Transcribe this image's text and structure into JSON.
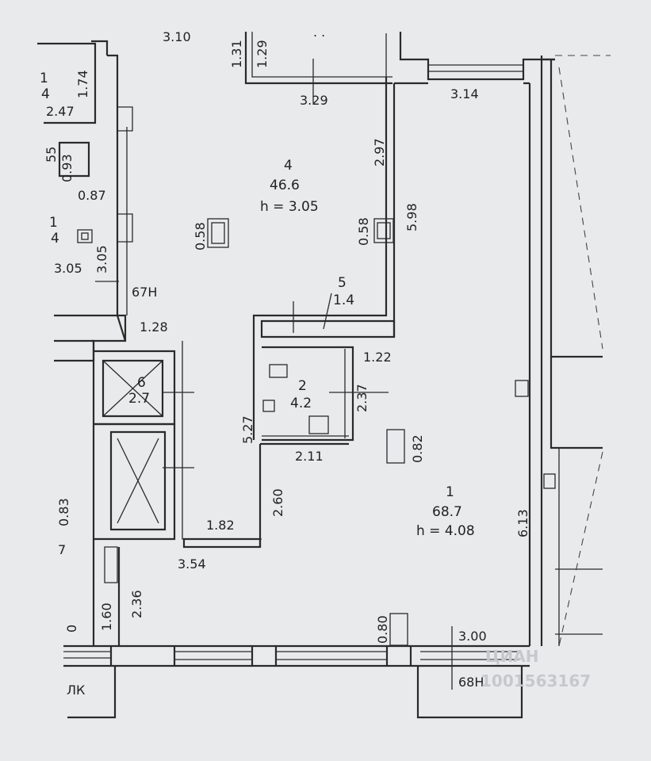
{
  "plan": {
    "top_cut_label": "3.10",
    "top_dots": ". .",
    "rooms": {
      "r1": {
        "number": "1",
        "area": "68.7",
        "height": "h = 4.08"
      },
      "r2": {
        "number": "2",
        "area": "4.2"
      },
      "r4": {
        "number": "4",
        "area": "46.6",
        "height": "h = 3.05"
      },
      "r5": {
        "number": "5",
        "area": "1.4"
      },
      "r6": {
        "number": "6",
        "area": "2.7"
      },
      "neighbor_top": {
        "number": "1",
        "sub": "4"
      },
      "neighbor_mid": {
        "number": "1",
        "sub": "4"
      },
      "neighbor_small": {
        "number": "55"
      }
    },
    "dimensions": {
      "d1_31": "1.31",
      "d1_29": "1.29",
      "d3_29": "3.29",
      "d3_14": "3.14",
      "d2_97": "2.97",
      "d5_98": "5.98",
      "d0_58_a": "0.58",
      "d0_58_b": "0.58",
      "d1_74": "1.74",
      "d2_47": "2.47",
      "d0_93": "0.93",
      "d0_87": "0.87",
      "d3_05_a": "3.05",
      "d3_05_b": "3.05",
      "d1_28": "1.28",
      "d1_22": "1.22",
      "d2_37": "2.37",
      "d5_27": "5.27",
      "d2_11": "2.11",
      "d0_82": "0.82",
      "d2_60": "2.60",
      "d1_82": "1.82",
      "d3_54": "3.54",
      "d6_13": "6.13",
      "d0_83": "0.83",
      "d2_36": "2.36",
      "d1_60": "1.60",
      "d0_80": "0.80",
      "d3_00": "3.00",
      "d_0": "0",
      "d_7": "7"
    },
    "marks": {
      "mark_67n": "67Н",
      "mark_68n": "68Н",
      "mark_lk": "ЛК"
    },
    "watermark": "1001563167",
    "watermark_brand": "ЦИАН"
  },
  "colors": {
    "paper": "#e9eaec",
    "ink": "#2a2a2a"
  }
}
